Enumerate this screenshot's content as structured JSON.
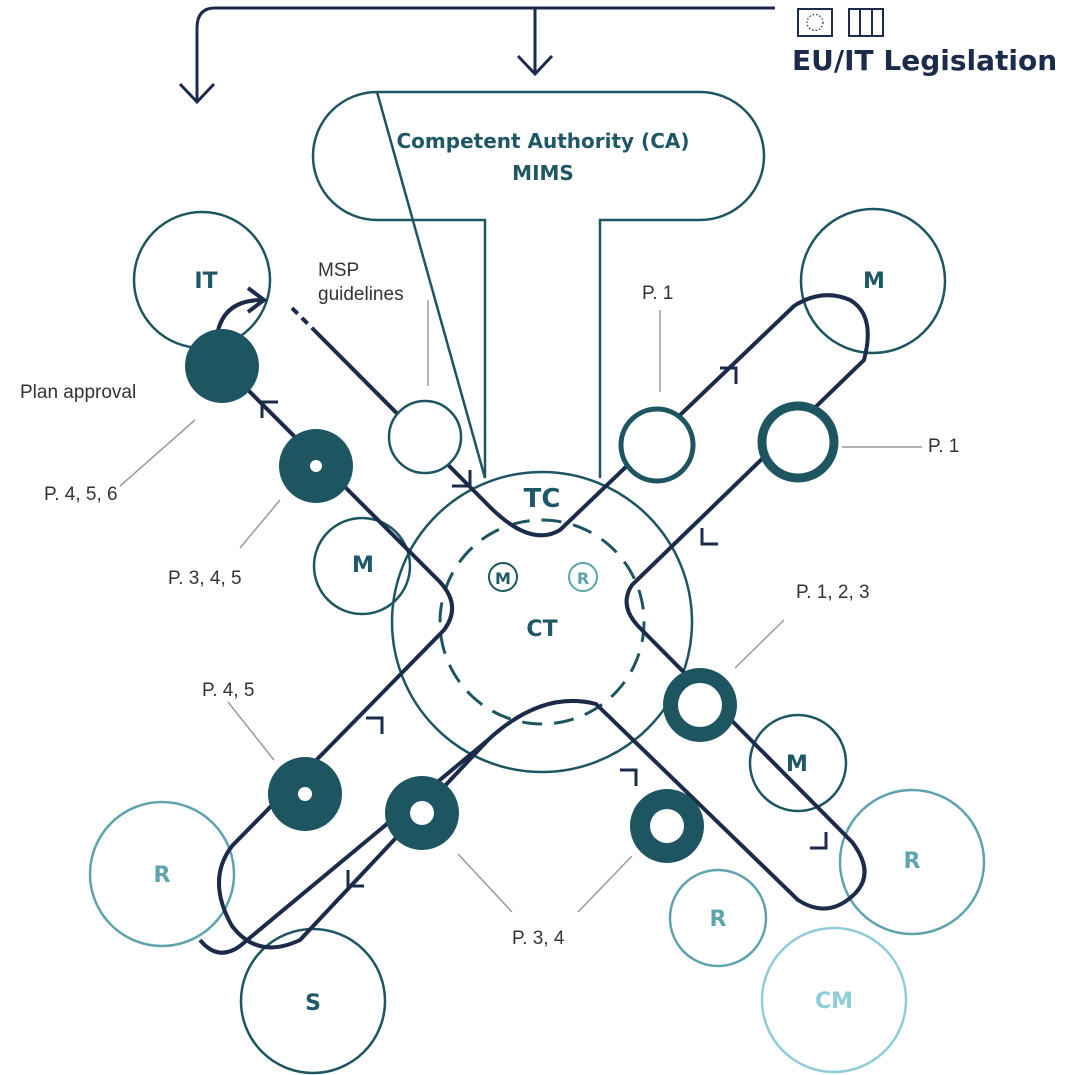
{
  "legislation": {
    "label": "EU/IT Legislation",
    "icon": "eu-it-flags-icon"
  },
  "authority": {
    "line1": "Competent Authority (CA)",
    "line2": "MIMS"
  },
  "center": {
    "tc_label": "TC",
    "ct_label": "CT",
    "m_badge": "M",
    "r_badge": "R"
  },
  "nodes": {
    "it": "IT",
    "m_top_right": "M",
    "m_left": "M",
    "m_right": "M",
    "r_left": "R",
    "s_bottom": "S",
    "r_right": "R",
    "r_bottom": "R",
    "cm": "CM"
  },
  "annotations": {
    "msp_line1": "MSP",
    "msp_line2": "guidelines",
    "plan_approval": "Plan approval",
    "p456": "P. 4, 5, 6",
    "p345": "P. 3, 4, 5",
    "p45": "P. 4, 5",
    "p1_top": "P. 1",
    "p1_right": "P. 1",
    "p123": "P. 1, 2, 3",
    "p34": "P. 3, 4"
  },
  "colors": {
    "navy": "#1c2b4a",
    "dark_teal": "#1d5560",
    "teal_text": "#1e5866",
    "light_teal": "#5fa3ad",
    "pale_teal": "#8fcdd8",
    "gray": "#9a9a9a"
  }
}
